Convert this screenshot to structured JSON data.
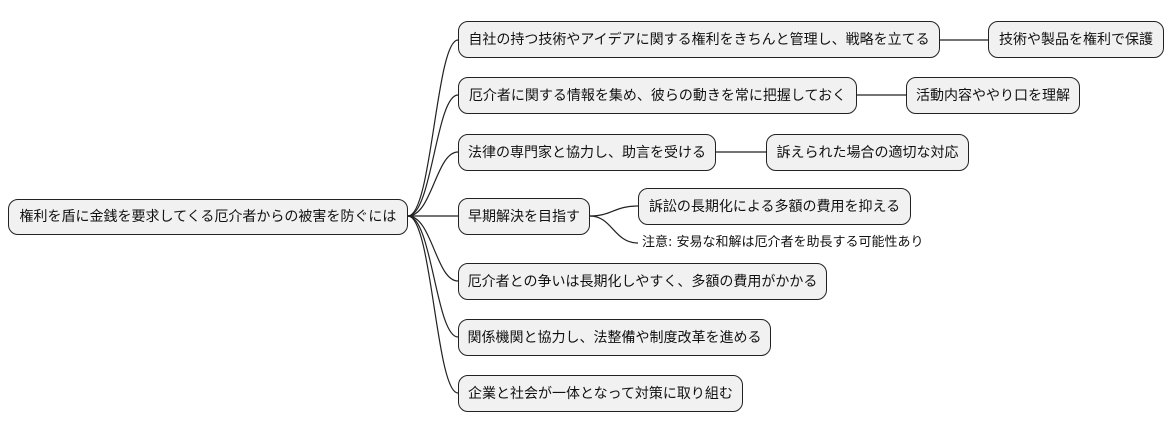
{
  "root": {
    "label": "権利を盾に金銭を要求してくる厄介者からの被害を防ぐには"
  },
  "branches": [
    {
      "label": "自社の持つ技術やアイデアに関する権利をきちんと管理し、戦略を立てる",
      "child": "技術や製品を権利で保護"
    },
    {
      "label": "厄介者に関する情報を集め、彼らの動きを常に把握しておく",
      "child": "活動内容ややり口を理解"
    },
    {
      "label": "法律の専門家と協力し、助言を受ける",
      "child": "訴えられた場合の適切な対応"
    },
    {
      "label": "早期解決を目指す",
      "child": "訴訟の長期化による多額の費用を抑える",
      "note": "注意: 安易な和解は厄介者を助長する可能性あり"
    },
    {
      "label": "厄介者との争いは長期化しやすく、多額の費用がかかる"
    },
    {
      "label": "関係機関と協力し、法整備や制度改革を進める"
    },
    {
      "label": "企業と社会が一体となって対策に取り組む"
    }
  ]
}
